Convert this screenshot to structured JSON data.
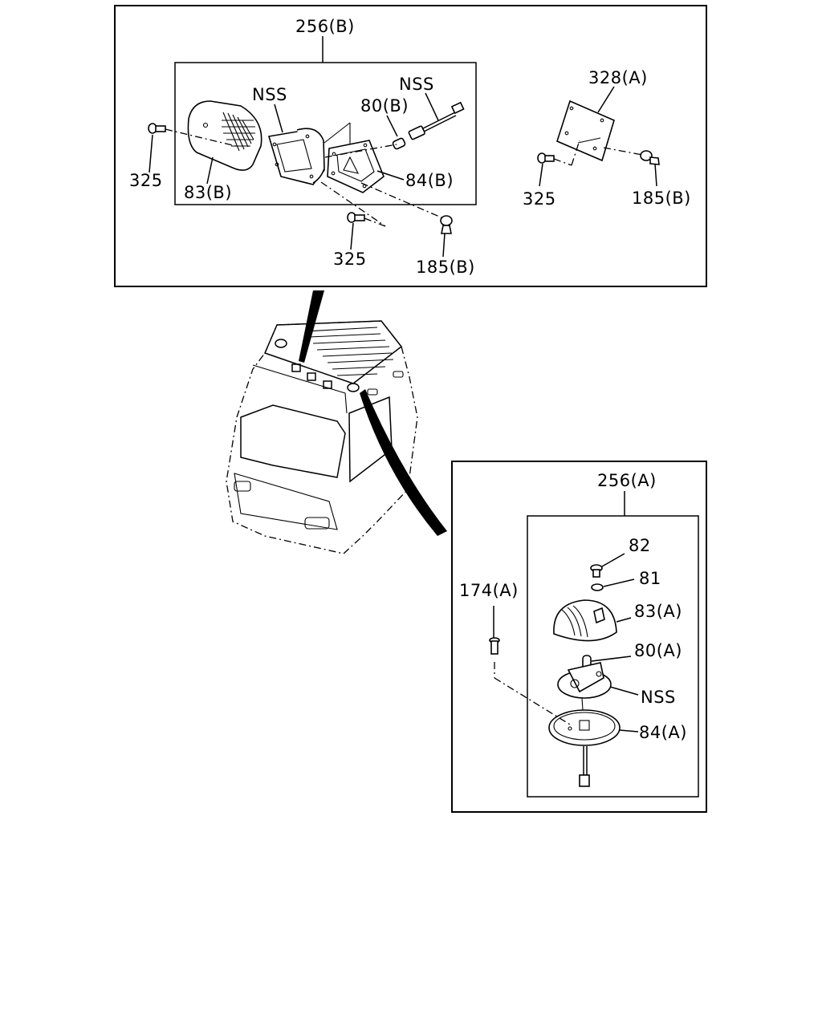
{
  "diagram": {
    "panel_b": {
      "labels": {
        "assembly": "256(B)",
        "nss_left": "NSS",
        "nss_right": "NSS",
        "p80b": "80(B)",
        "p325_left": "325",
        "p83b": "83(B)",
        "p84b": "84(B)",
        "p325_bottom": "325",
        "p185b_bottom": "185(B)",
        "p328a": "328(A)",
        "p325_right": "325",
        "p185b_right": "185(B)"
      }
    },
    "panel_a": {
      "labels": {
        "assembly": "256(A)",
        "p82": "82",
        "p81": "81",
        "p83a": "83(A)",
        "p80a": "80(A)",
        "nss": "NSS",
        "p84a": "84(A)",
        "p174a": "174(A)"
      }
    }
  }
}
